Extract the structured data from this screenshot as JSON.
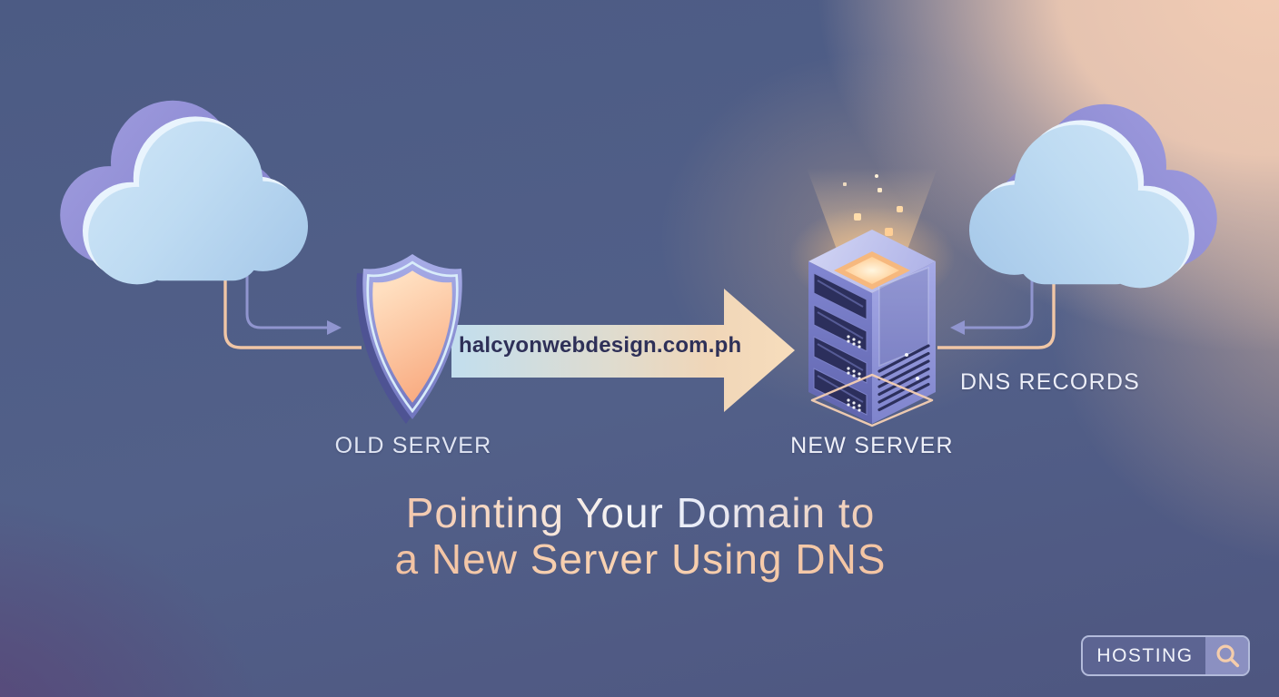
{
  "illustration": {
    "title": {
      "line1": "Pointing Your Domain to",
      "line2": "a New Server Using DNS"
    },
    "flow": {
      "domain_name": "halcyonwebdesign.com.ph",
      "old_server_label": "OLD SERVER",
      "new_server_label": "NEW SERVER",
      "dns_records_label": "DNS RECORDS"
    },
    "search_widget": {
      "value": "HOSTING",
      "icon": "magnifier-icon"
    },
    "icons": {
      "top_left": "cloud-icon",
      "top_right": "cloud-icon",
      "old_server": "shield-icon",
      "new_server": "server-rack-icon",
      "transfer": "arrow-right-icon"
    },
    "colors": {
      "bg_slate_blue": "#51608b",
      "bg_peach": "#f2ccb4",
      "bg_purple_corner": "#4b4573",
      "cloud_front": "#c7e0f4",
      "cloud_back": "#8d8ad3",
      "shield_face": "#f9b184",
      "server_body": "#7a7fc9",
      "accent_peach_line": "#f0c6a6",
      "accent_periwinkle_line": "#9095cf",
      "arrow_text": "#2e3058",
      "label_text": "#e3e7f4",
      "glow_warm": "#ffd9a6"
    }
  }
}
